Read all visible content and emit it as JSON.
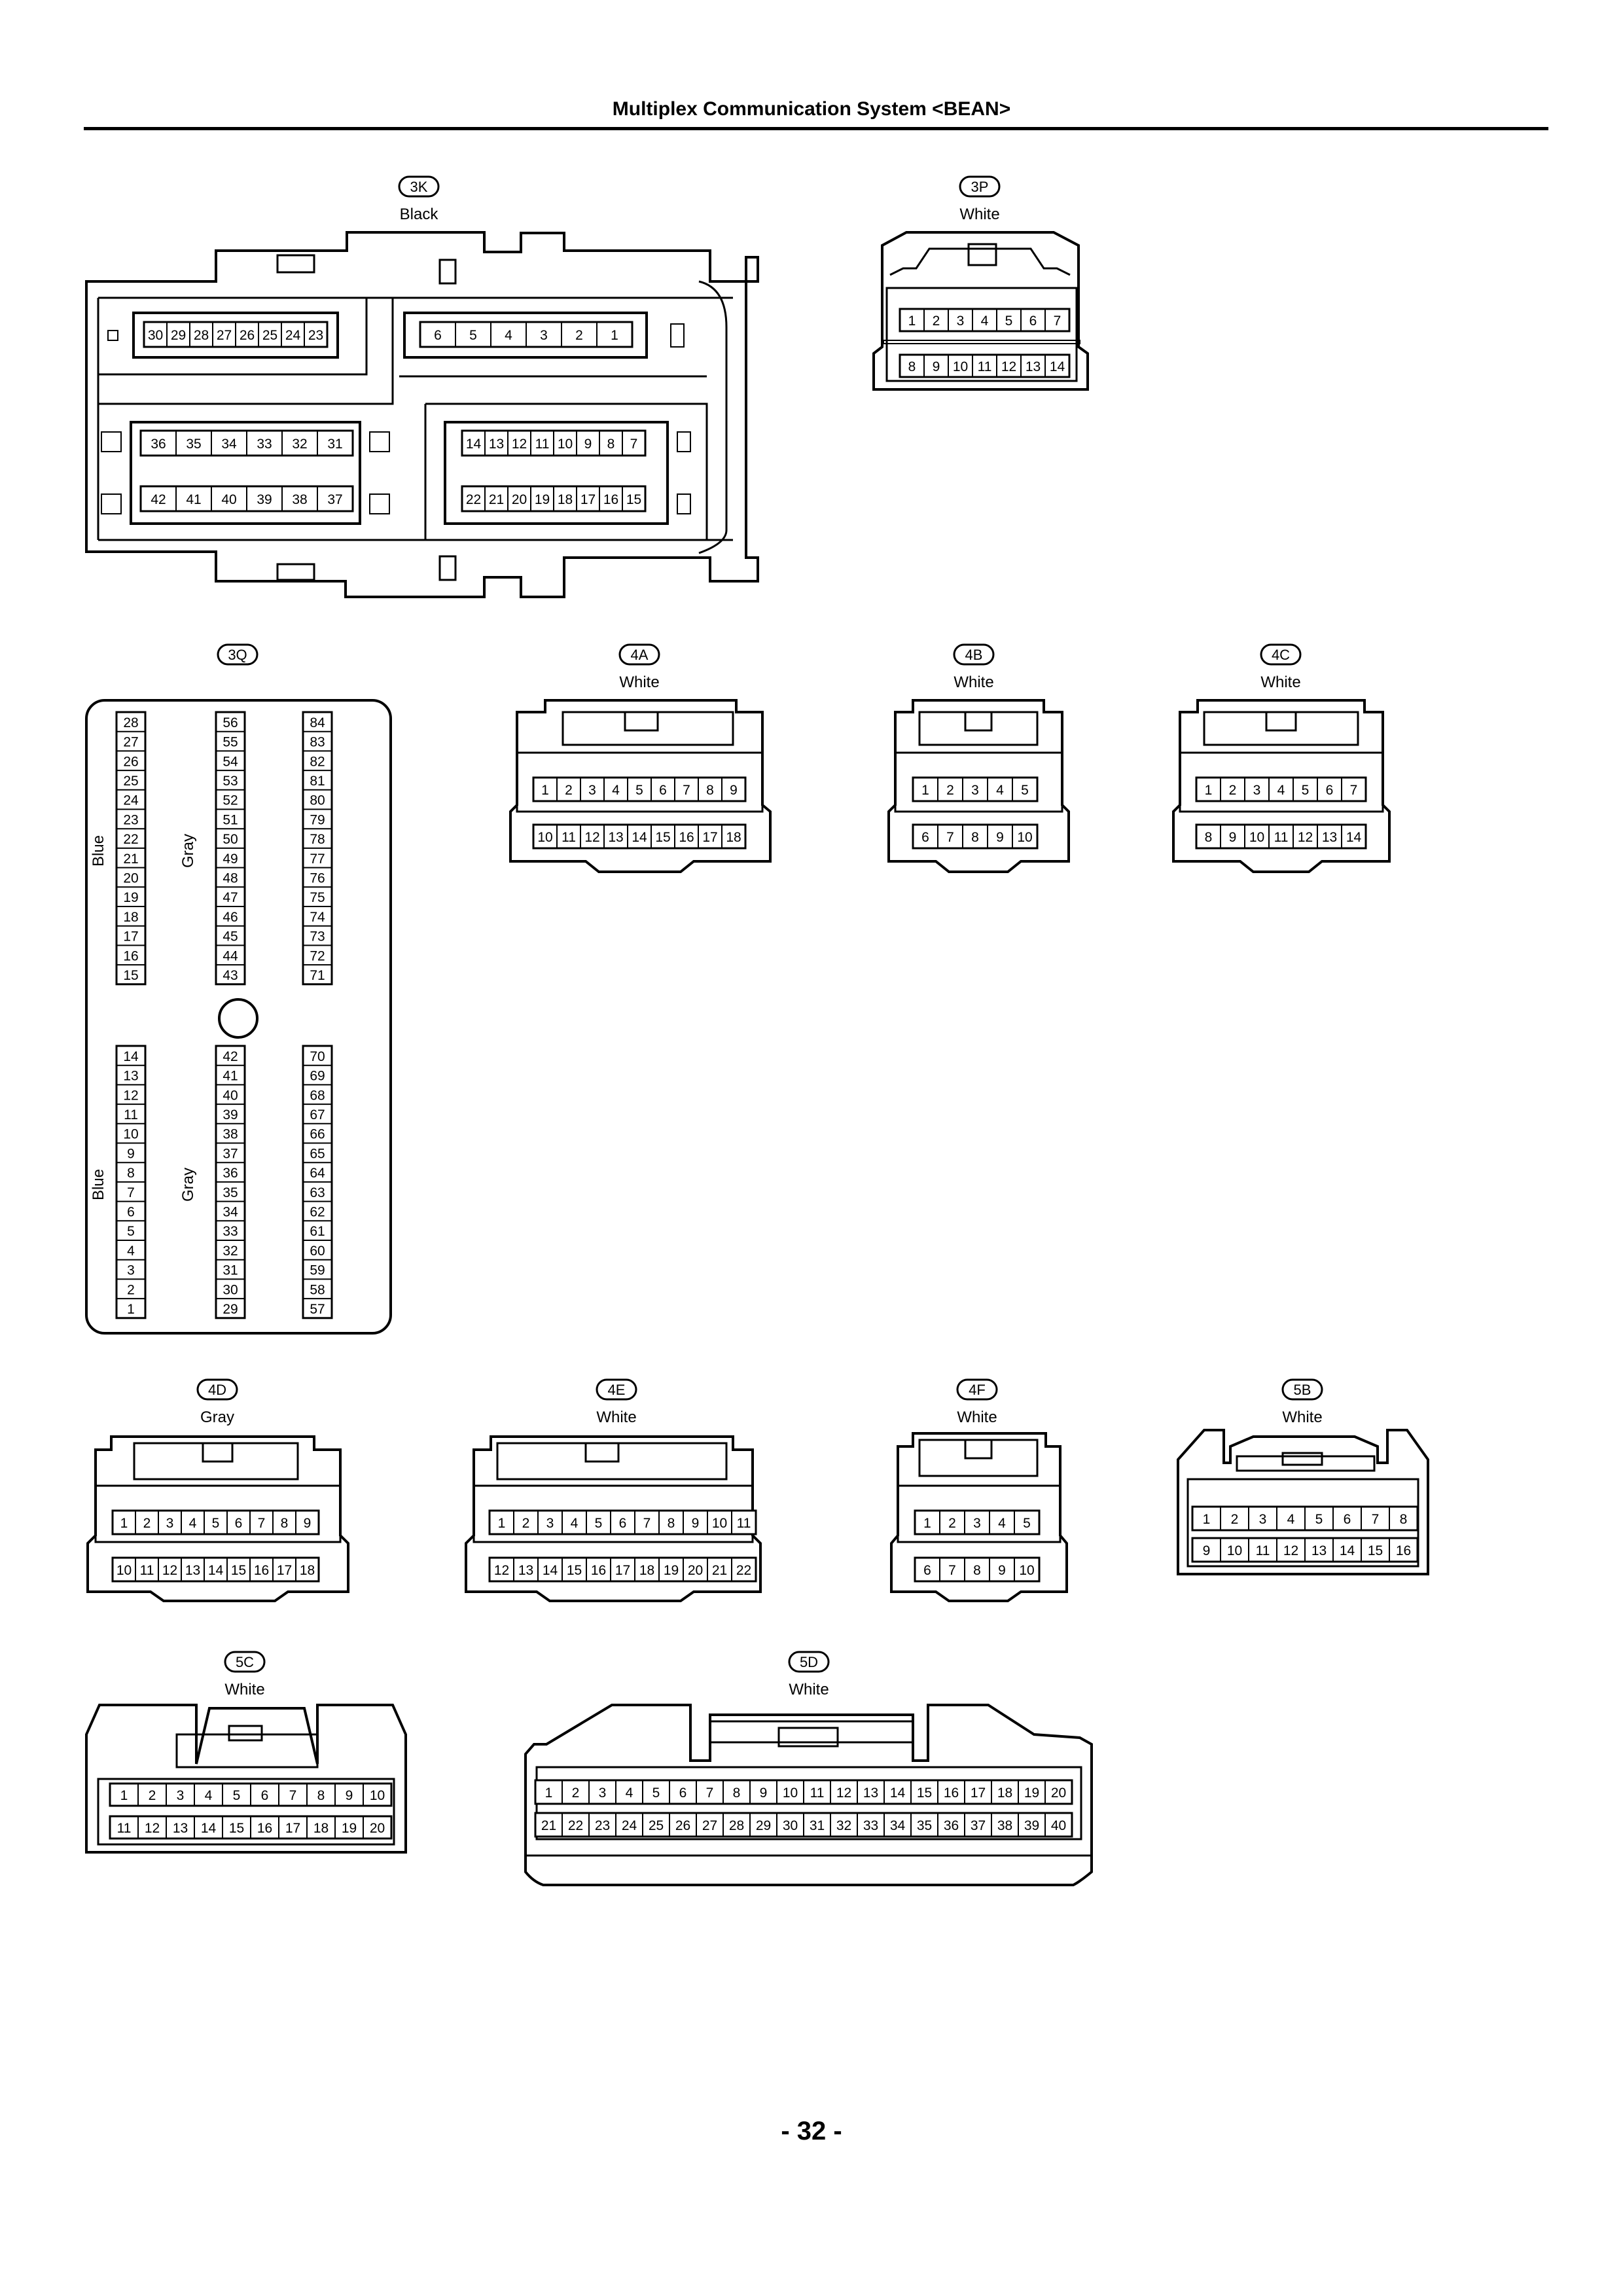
{
  "header": {
    "title": "Multiplex Communication System <BEAN>"
  },
  "footer": {
    "page_number": "- 32 -"
  },
  "connectors": [
    {
      "id": "3K",
      "color": "Black",
      "rows": [
        [
          "30",
          "29",
          "28",
          "27",
          "26",
          "25",
          "24",
          "23"
        ],
        [
          "6",
          "5",
          "4",
          "3",
          "2",
          "1"
        ],
        [
          "36",
          "35",
          "34",
          "33",
          "32",
          "31"
        ],
        [
          "14",
          "13",
          "12",
          "11",
          "10",
          "9",
          "8",
          "7"
        ],
        [
          "42",
          "41",
          "40",
          "39",
          "38",
          "37"
        ],
        [
          "22",
          "21",
          "20",
          "19",
          "18",
          "17",
          "16",
          "15"
        ]
      ]
    },
    {
      "id": "3P",
      "color": "White",
      "rows": [
        [
          "1",
          "2",
          "3",
          "4",
          "5",
          "6",
          "7"
        ],
        [
          "8",
          "9",
          "10",
          "11",
          "12",
          "13",
          "14"
        ]
      ]
    },
    {
      "id": "3Q",
      "color": "",
      "side_labels": [
        "Blue",
        "Gray",
        "Blue",
        "Gray"
      ],
      "columns": [
        [
          "28",
          "27",
          "26",
          "25",
          "24",
          "23",
          "22",
          "21",
          "20",
          "19",
          "18",
          "17",
          "16",
          "15"
        ],
        [
          "56",
          "55",
          "54",
          "53",
          "52",
          "51",
          "50",
          "49",
          "48",
          "47",
          "46",
          "45",
          "44",
          "43"
        ],
        [
          "84",
          "83",
          "82",
          "81",
          "80",
          "79",
          "78",
          "77",
          "76",
          "75",
          "74",
          "73",
          "72",
          "71"
        ],
        [
          "14",
          "13",
          "12",
          "11",
          "10",
          "9",
          "8",
          "7",
          "6",
          "5",
          "4",
          "3",
          "2",
          "1"
        ],
        [
          "42",
          "41",
          "40",
          "39",
          "38",
          "37",
          "36",
          "35",
          "34",
          "33",
          "32",
          "31",
          "30",
          "29"
        ],
        [
          "70",
          "69",
          "68",
          "67",
          "66",
          "65",
          "64",
          "63",
          "62",
          "61",
          "60",
          "59",
          "58",
          "57"
        ]
      ]
    },
    {
      "id": "4A",
      "color": "White",
      "rows": [
        [
          "1",
          "2",
          "3",
          "4",
          "5",
          "6",
          "7",
          "8",
          "9"
        ],
        [
          "10",
          "11",
          "12",
          "13",
          "14",
          "15",
          "16",
          "17",
          "18"
        ]
      ]
    },
    {
      "id": "4B",
      "color": "White",
      "rows": [
        [
          "1",
          "2",
          "3",
          "4",
          "5"
        ],
        [
          "6",
          "7",
          "8",
          "9",
          "10"
        ]
      ]
    },
    {
      "id": "4C",
      "color": "White",
      "rows": [
        [
          "1",
          "2",
          "3",
          "4",
          "5",
          "6",
          "7"
        ],
        [
          "8",
          "9",
          "10",
          "11",
          "12",
          "13",
          "14"
        ]
      ]
    },
    {
      "id": "4D",
      "color": "Gray",
      "rows": [
        [
          "1",
          "2",
          "3",
          "4",
          "5",
          "6",
          "7",
          "8",
          "9"
        ],
        [
          "10",
          "11",
          "12",
          "13",
          "14",
          "15",
          "16",
          "17",
          "18"
        ]
      ]
    },
    {
      "id": "4E",
      "color": "White",
      "rows": [
        [
          "1",
          "2",
          "3",
          "4",
          "5",
          "6",
          "7",
          "8",
          "9",
          "10",
          "11"
        ],
        [
          "12",
          "13",
          "14",
          "15",
          "16",
          "17",
          "18",
          "19",
          "20",
          "21",
          "22"
        ]
      ]
    },
    {
      "id": "4F",
      "color": "White",
      "rows": [
        [
          "1",
          "2",
          "3",
          "4",
          "5"
        ],
        [
          "6",
          "7",
          "8",
          "9",
          "10"
        ]
      ]
    },
    {
      "id": "5B",
      "color": "White",
      "rows": [
        [
          "1",
          "2",
          "3",
          "4",
          "5",
          "6",
          "7",
          "8"
        ],
        [
          "9",
          "10",
          "11",
          "12",
          "13",
          "14",
          "15",
          "16"
        ]
      ]
    },
    {
      "id": "5C",
      "color": "White",
      "rows": [
        [
          "1",
          "2",
          "3",
          "4",
          "5",
          "6",
          "7",
          "8",
          "9",
          "10"
        ],
        [
          "11",
          "12",
          "13",
          "14",
          "15",
          "16",
          "17",
          "18",
          "19",
          "20"
        ]
      ]
    },
    {
      "id": "5D",
      "color": "White",
      "rows": [
        [
          "1",
          "2",
          "3",
          "4",
          "5",
          "6",
          "7",
          "8",
          "9",
          "10",
          "11",
          "12",
          "13",
          "14",
          "15",
          "16",
          "17",
          "18",
          "19",
          "20"
        ],
        [
          "21",
          "22",
          "23",
          "24",
          "25",
          "26",
          "27",
          "28",
          "29",
          "30",
          "31",
          "32",
          "33",
          "34",
          "35",
          "36",
          "37",
          "38",
          "39",
          "40"
        ]
      ]
    }
  ]
}
